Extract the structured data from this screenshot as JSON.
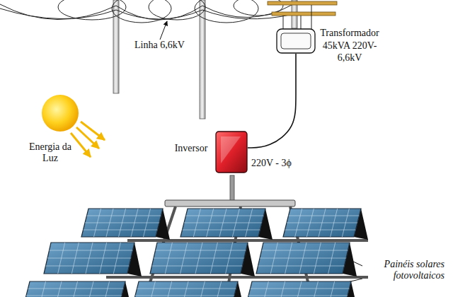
{
  "diagram": {
    "nodes": [
      {
        "text": [
          "Transformador 45kVA 220V- 6,6kV"
        ]
      },
      {
        "text": [
          "Inversor"
        ]
      }
    ],
    "edges": [
      {
        "from": 1,
        "to": 0,
        "arrow": "none",
        "label": "220V - 3ϕ"
      }
    ],
    "labels": [
      "Linha 6,6kV",
      "Energia da Luz",
      "Painéis solares fotovoltaicos"
    ]
  }
}
